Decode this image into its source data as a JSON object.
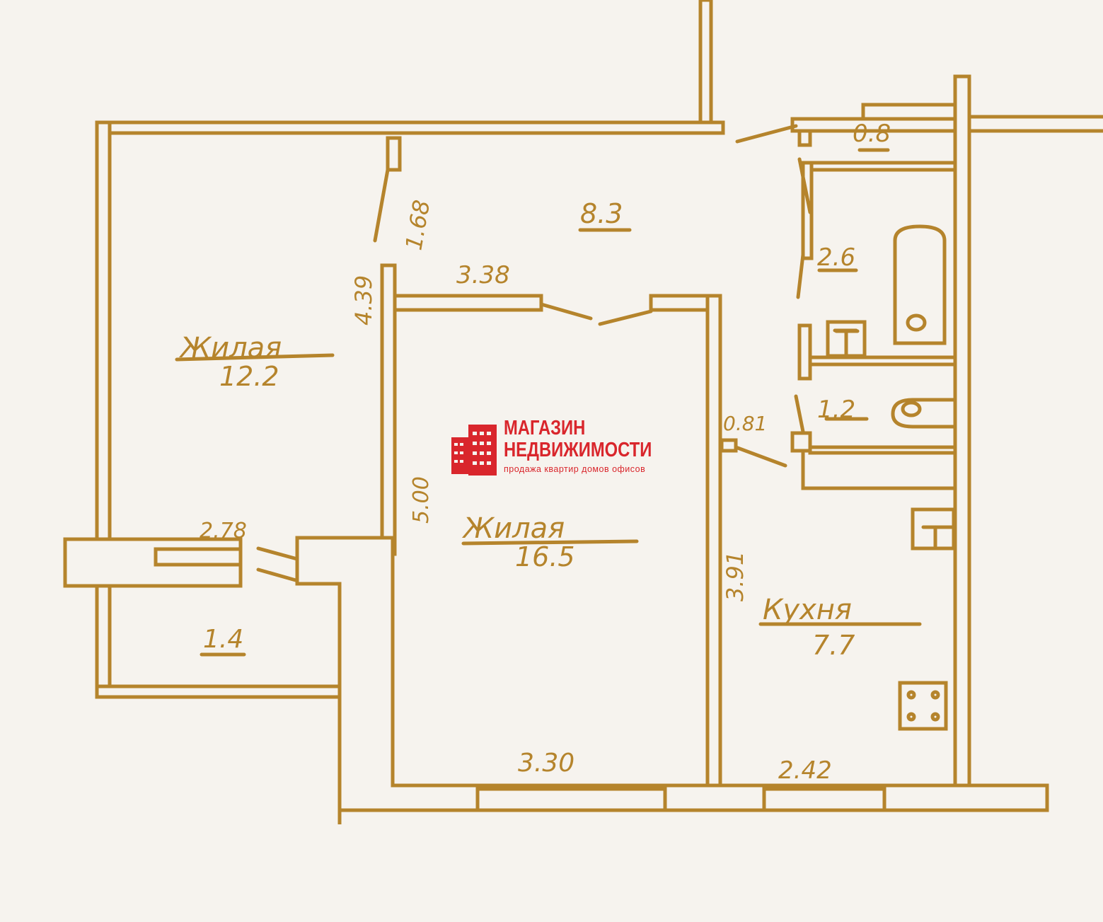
{
  "colors": {
    "background": "#f6f3ee",
    "wall": "#b5842c",
    "logo": "#d9262c"
  },
  "rooms": [
    {
      "name": "Жилая",
      "area": "12.2"
    },
    {
      "name": "Жилая",
      "area": "16.5"
    },
    {
      "name": "Кухня",
      "area": "7.7"
    },
    {
      "name": "",
      "area": "8.3"
    },
    {
      "name": "",
      "area": "0.8"
    },
    {
      "name": "",
      "area": "2.6"
    },
    {
      "name": "",
      "area": "1.2"
    },
    {
      "name": "",
      "area": "1.4"
    }
  ],
  "dimensions": [
    "1.68",
    "4.39",
    "3.38",
    "5.00",
    "2.78",
    "3.30",
    "2.42",
    "3.91",
    "0.81"
  ],
  "logo": {
    "line1": "МАГАЗИН",
    "line2": "НЕДВИЖИМОСТИ",
    "tagline": "продажа квартир домов офисов"
  }
}
